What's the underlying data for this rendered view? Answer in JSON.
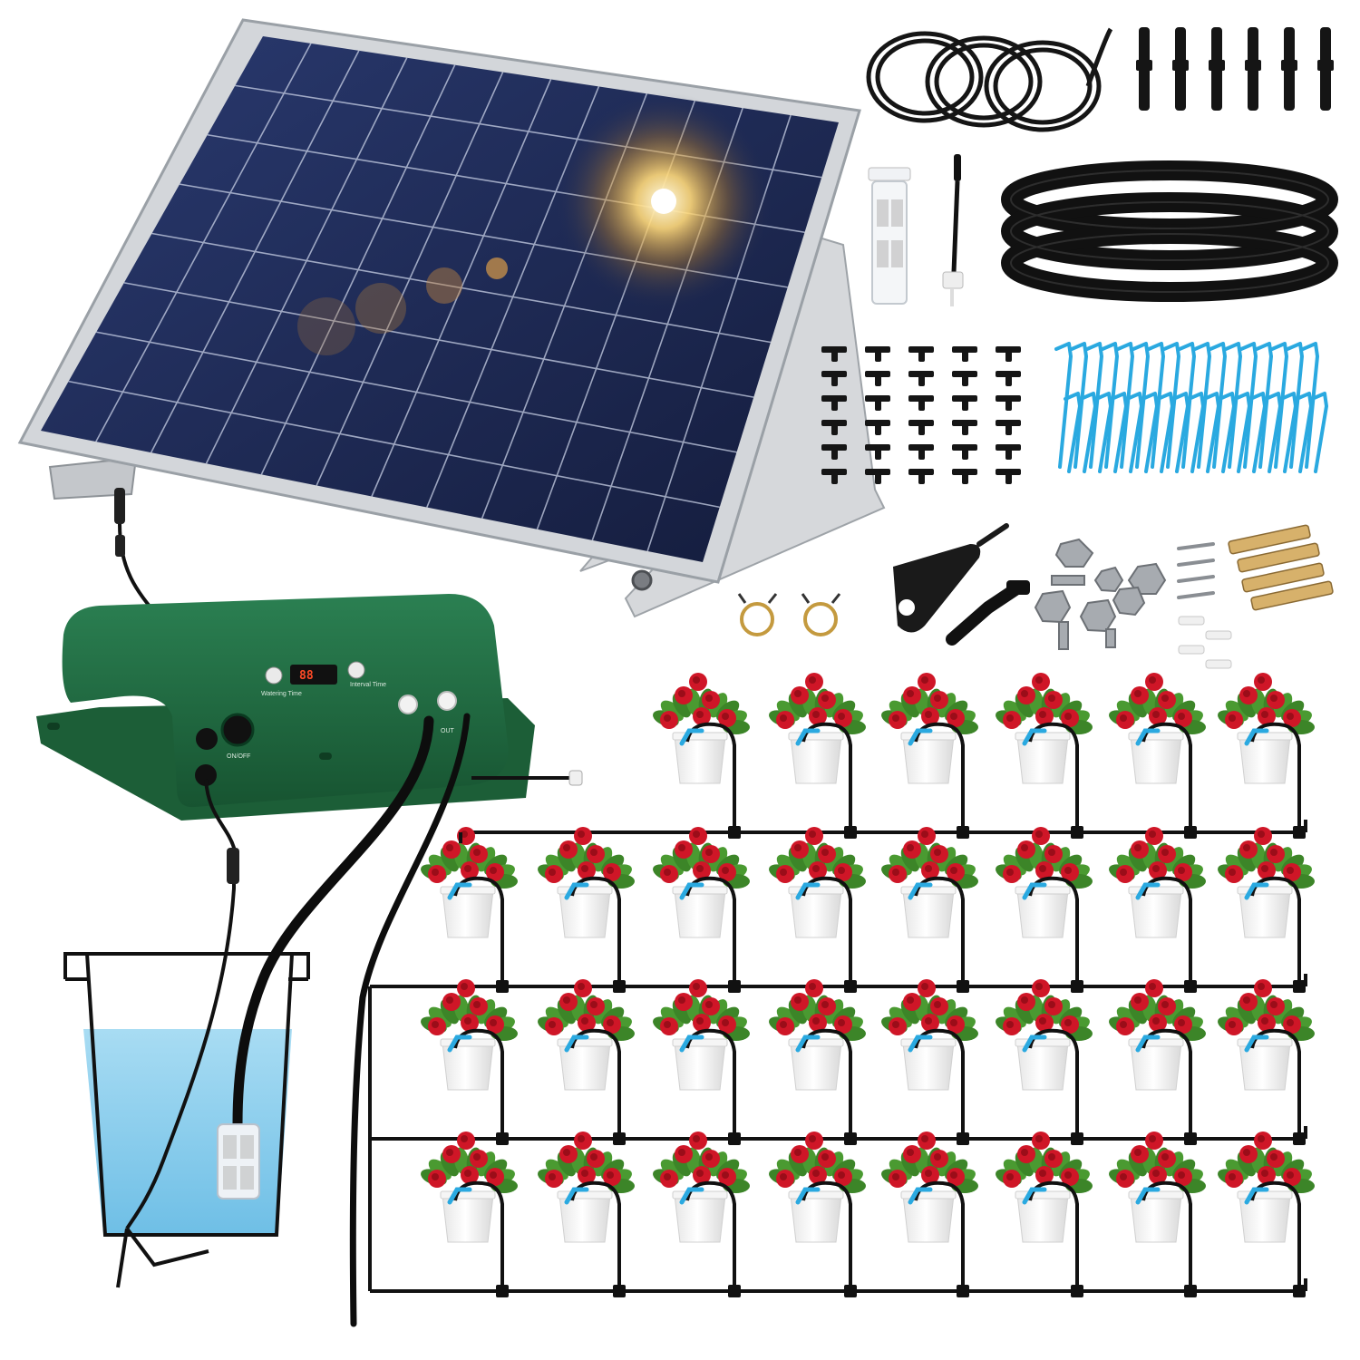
{
  "controller": {
    "display": "88",
    "watering_label": "Watering Time",
    "interval_label": "Interval Time",
    "power_label": "ON/OFF",
    "port_label": "OUT"
  },
  "icons": {
    "solar": "solar-panel-icon",
    "controller": "pump-controller-icon",
    "bucket": "water-bucket-icon",
    "plant": "potted-flower-icon"
  },
  "colors": {
    "panel_cell": "#1d2a55",
    "panel_frame": "#c7cbd0",
    "controller_body": "#1f6b3f",
    "tubing": "#141414",
    "water": "#8fd0ef",
    "dripper": "#2aa9e0",
    "flower": "#d21a2a",
    "leaf": "#3f8f2c"
  },
  "garden": {
    "rows": [
      {
        "plants": 6
      },
      {
        "plants": 8
      },
      {
        "plants": 8
      },
      {
        "plants": 8
      }
    ]
  }
}
